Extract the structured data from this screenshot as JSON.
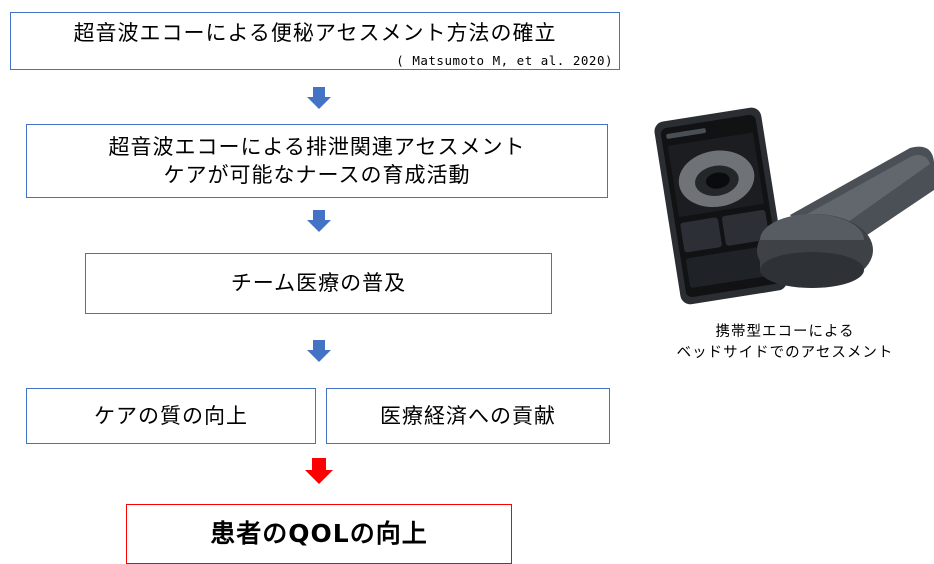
{
  "flow": {
    "step1": {
      "title": "超音波エコーによる便秘アセスメント方法の確立",
      "citation": "( Matsumoto M, et al. 2020)"
    },
    "step2": {
      "line1": "超音波エコーによる排泄関連アセスメント",
      "line2": "ケアが可能なナースの育成活動"
    },
    "step3": {
      "label": "チーム医療の普及"
    },
    "step4": {
      "left": "ケアの質の向上",
      "right": "医療経済への貢献"
    },
    "step5": {
      "label": "患者のQOLの向上"
    }
  },
  "photo_caption": {
    "line1": "携帯型エコーによる",
    "line2": "ベッドサイドでのアセスメント"
  },
  "colors": {
    "box_border": "#4472c4",
    "arrow_blue": "#4472c4",
    "highlight_red": "#ff0000"
  },
  "icons": {
    "device_image": "portable-ultrasound-device-icon",
    "arrow": "down-arrow-icon"
  }
}
